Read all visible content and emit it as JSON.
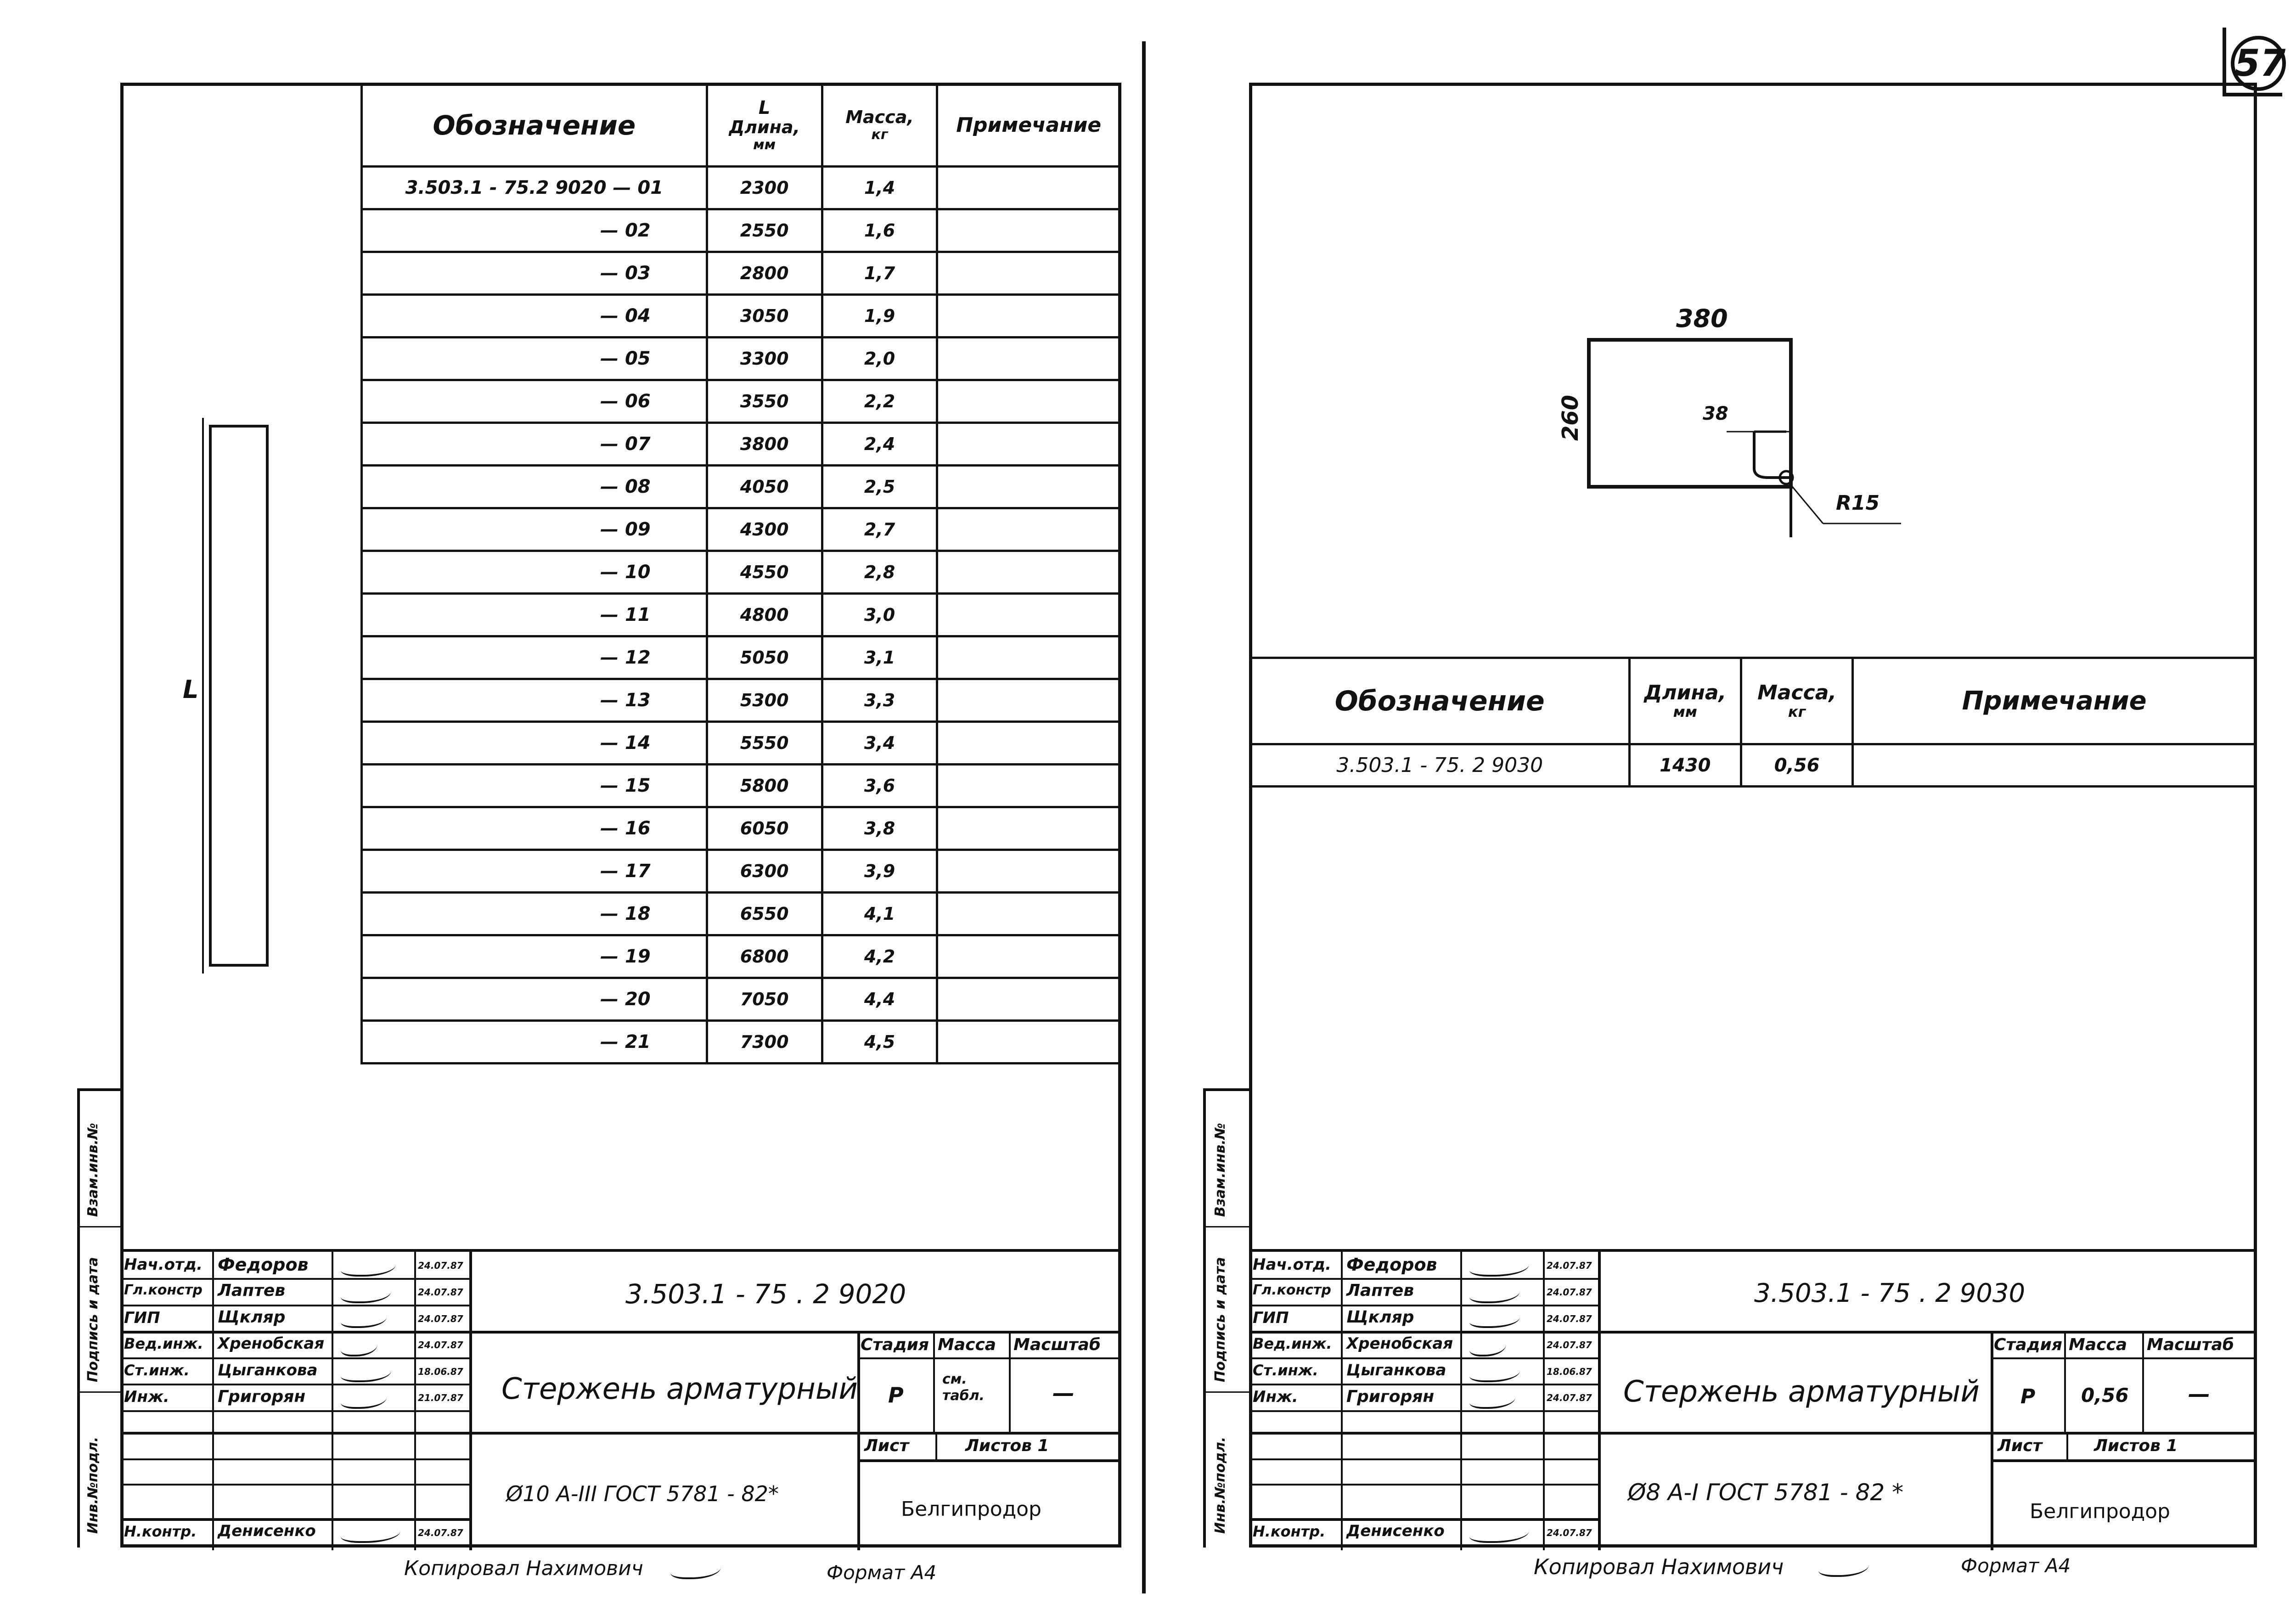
{
  "page_number": "57",
  "left_sheet": {
    "dimension_label": "L",
    "table": {
      "headers": {
        "designation": "Обозначение",
        "length_symbol": "L",
        "length": "Длина,",
        "length_unit": "мм",
        "mass": "Масса,",
        "mass_unit": "кг",
        "note": "Примечание"
      },
      "rows": [
        {
          "designation": "3.503.1 - 75.2  9020 — 01",
          "length": "2300",
          "mass": "1,4"
        },
        {
          "designation": "— 02",
          "length": "2550",
          "mass": "1,6"
        },
        {
          "designation": "— 03",
          "length": "2800",
          "mass": "1,7"
        },
        {
          "designation": "— 04",
          "length": "3050",
          "mass": "1,9"
        },
        {
          "designation": "— 05",
          "length": "3300",
          "mass": "2,0"
        },
        {
          "designation": "— 06",
          "length": "3550",
          "mass": "2,2"
        },
        {
          "designation": "— 07",
          "length": "3800",
          "mass": "2,4"
        },
        {
          "designation": "— 08",
          "length": "4050",
          "mass": "2,5"
        },
        {
          "designation": "— 09",
          "length": "4300",
          "mass": "2,7"
        },
        {
          "designation": "— 10",
          "length": "4550",
          "mass": "2,8"
        },
        {
          "designation": "— 11",
          "length": "4800",
          "mass": "3,0"
        },
        {
          "designation": "— 12",
          "length": "5050",
          "mass": "3,1"
        },
        {
          "designation": "— 13",
          "length": "5300",
          "mass": "3,3"
        },
        {
          "designation": "— 14",
          "length": "5550",
          "mass": "3,4"
        },
        {
          "designation": "— 15",
          "length": "5800",
          "mass": "3,6"
        },
        {
          "designation": "— 16",
          "length": "6050",
          "mass": "3,8"
        },
        {
          "designation": "— 17",
          "length": "6300",
          "mass": "3,9"
        },
        {
          "designation": "— 18",
          "length": "6550",
          "mass": "4,1"
        },
        {
          "designation": "— 19",
          "length": "6800",
          "mass": "4,2"
        },
        {
          "designation": "— 20",
          "length": "7050",
          "mass": "4,4"
        },
        {
          "designation": "— 21",
          "length": "7300",
          "mass": "4,5"
        }
      ]
    },
    "title_block": {
      "roles": [
        "Нач.отд.",
        "Гл.констр",
        "ГИП",
        "Вед.инж.",
        "Ст.инж.",
        "Инж.",
        "",
        "",
        "Н.контр."
      ],
      "names": [
        "Федоров",
        "Лаптев",
        "Щкляр",
        "Хренобская",
        "Цыганкова",
        "Григорян",
        "",
        "",
        "Денисенко"
      ],
      "dates": [
        "24.07.87",
        "24.07.87",
        "24.07.87",
        "24.07.87",
        "18.06.87",
        "21.07.87",
        "",
        "",
        "24.07.87"
      ],
      "code": "3.503.1 - 75 . 2   9020",
      "name": "Стержень арматурный",
      "material": "Ø10 А-III ГОСТ 5781 - 82*",
      "stage_label": "Стадия",
      "mass_label": "Масса",
      "scale_label": "Масштаб",
      "stage": "Р",
      "mass": "см. табл.",
      "scale": "—",
      "sheet_label": "Лист",
      "sheets_label": "Листов 1",
      "org": "Белгипродор"
    },
    "side_labels": [
      "Инв.№подл.",
      "Подпись и дата",
      "Взам.инв.№"
    ],
    "footer_copied": "Копировал  Нахимович",
    "footer_format": "Формат А4"
  },
  "right_sheet": {
    "drawing": {
      "dim_width": "380",
      "dim_height": "260",
      "dim_hook": "38",
      "dim_radius": "R15"
    },
    "table": {
      "headers": {
        "designation": "Обозначение",
        "length": "Длина,",
        "length_unit": "мм",
        "mass": "Масса,",
        "mass_unit": "кг",
        "note": "Примечание"
      },
      "row": {
        "designation": "3.503.1 - 75. 2   9030",
        "length": "1430",
        "mass": "0,56",
        "note": ""
      }
    },
    "title_block": {
      "roles": [
        "Нач.отд.",
        "Гл.констр",
        "ГИП",
        "Вед.инж.",
        "Ст.инж.",
        "Инж.",
        "",
        "",
        "Н.контр."
      ],
      "names": [
        "Федоров",
        "Лаптев",
        "Щкляр",
        "Хренобская",
        "Цыганкова",
        "Григорян",
        "",
        "",
        "Денисенко"
      ],
      "dates": [
        "24.07.87",
        "24.07.87",
        "24.07.87",
        "24.07.87",
        "18.06.87",
        "24.07.87",
        "",
        "",
        "24.07.87"
      ],
      "code": "3.503.1 - 75 . 2   9030",
      "name": "Стержень арматурный",
      "material": "Ø8 А-I ГОСТ 5781 - 82 *",
      "stage_label": "Стадия",
      "mass_label": "Масса",
      "scale_label": "Масштаб",
      "stage": "Р",
      "mass": "0,56",
      "scale": "—",
      "sheet_label": "Лист",
      "sheets_label": "Листов  1",
      "org": "Белгипродор"
    },
    "side_labels": [
      "Инв.№подл.",
      "Подпись и дата",
      "Взам.инв.№"
    ],
    "footer_copied": "Копировал  Нахимович",
    "footer_format": "Формат А4"
  }
}
